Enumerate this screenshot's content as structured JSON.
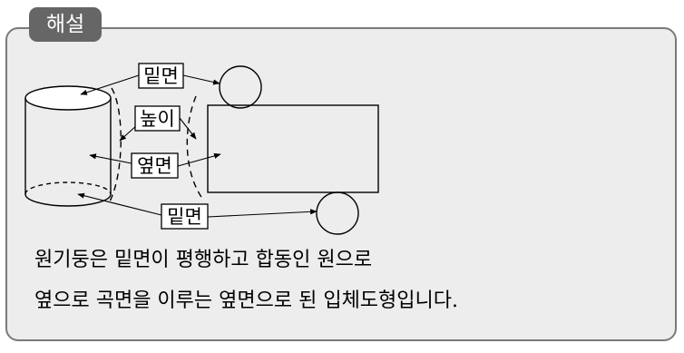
{
  "header": {
    "tag_label": "해설"
  },
  "diagram": {
    "labels": {
      "base_top": "밑면",
      "height": "높이",
      "side": "옆면",
      "base_bottom": "밑면"
    }
  },
  "description": {
    "line1": "원기둥은 밑면이 평행하고 합동인 원으로",
    "line2": "옆으로 곡면을 이루는 옆면으로 된 입체도형입니다."
  }
}
